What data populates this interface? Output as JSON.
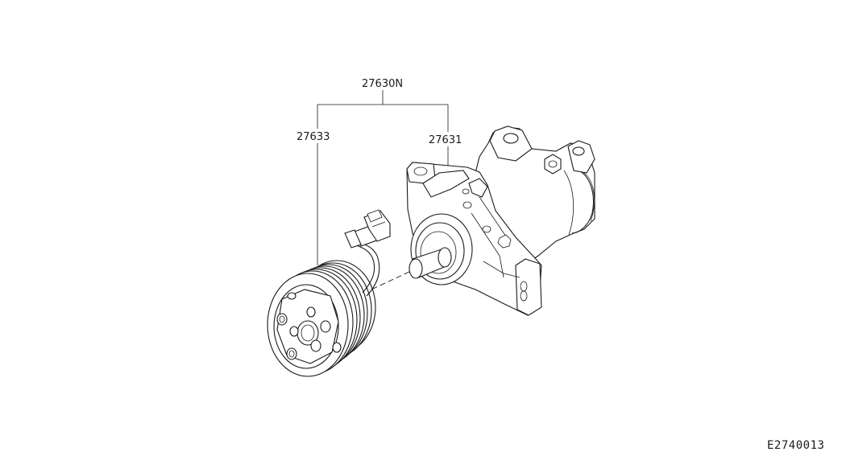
{
  "diagram": {
    "callouts": {
      "assembly": "27630N",
      "clutch": "27633",
      "compressor": "27631"
    },
    "figure_code": "E2740013"
  }
}
